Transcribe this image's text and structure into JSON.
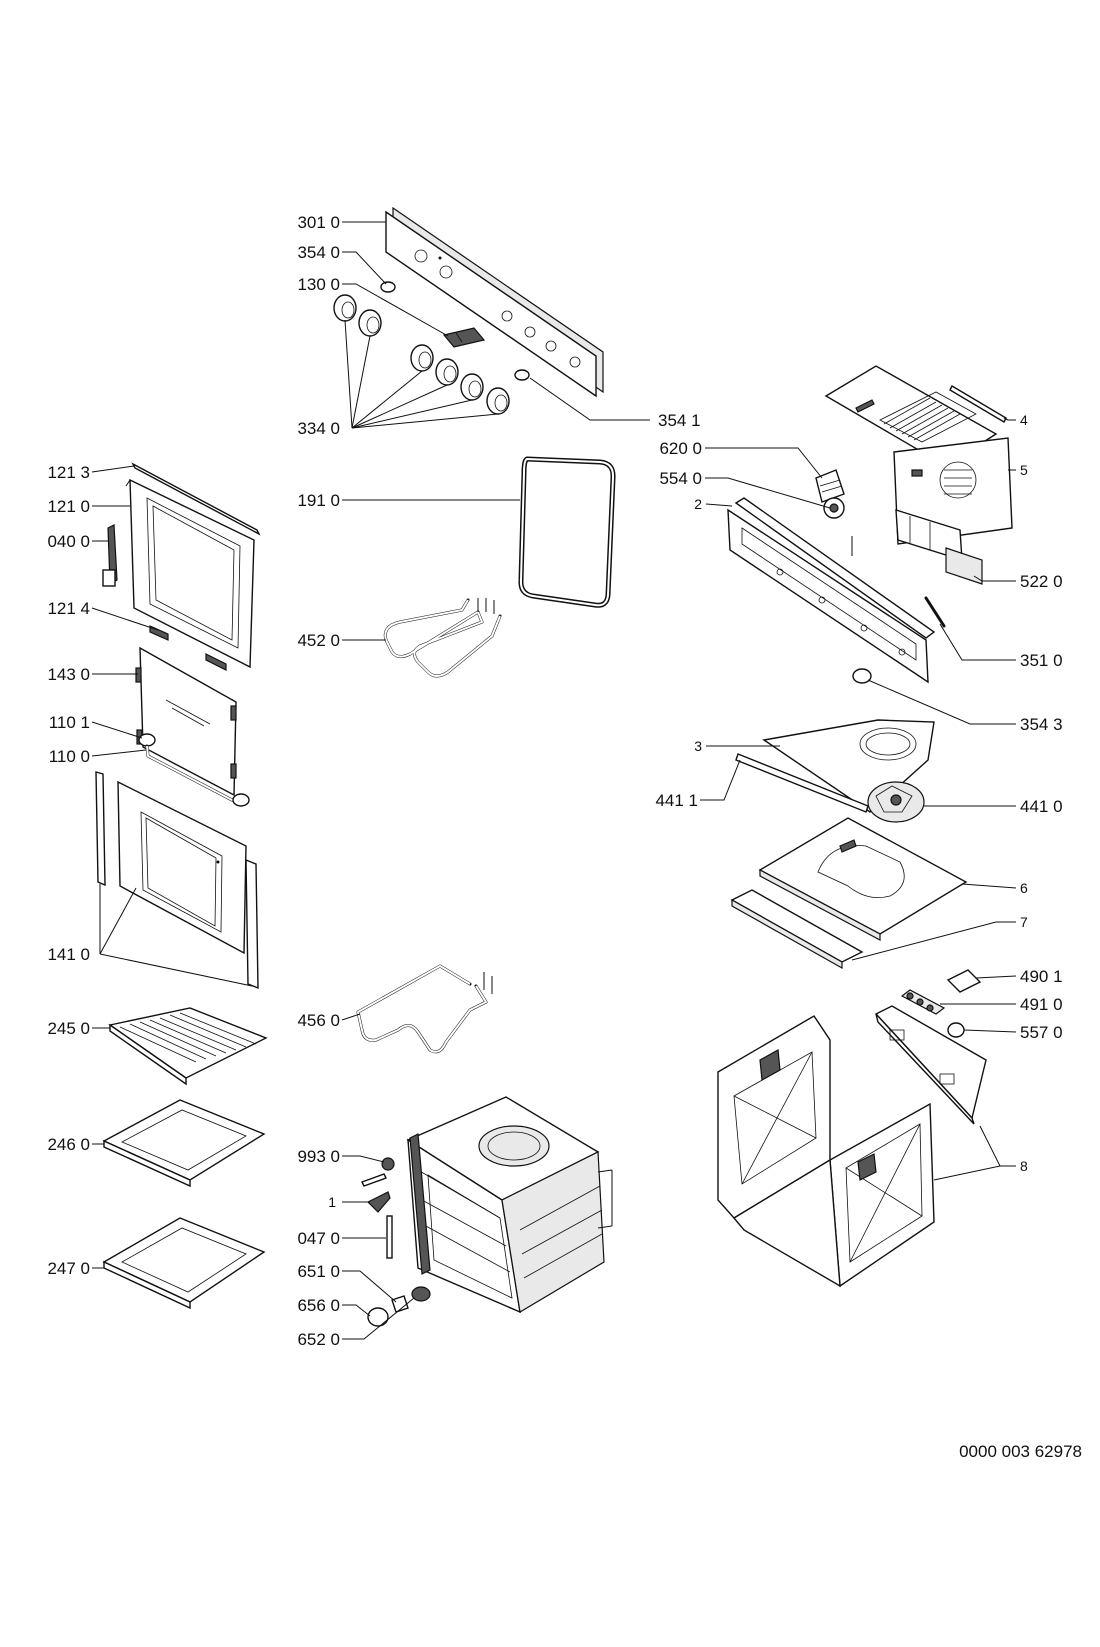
{
  "labels": [
    {
      "id": "301-0",
      "text": "301 0"
    },
    {
      "id": "354-0",
      "text": "354 0"
    },
    {
      "id": "130-0",
      "text": "130 0"
    },
    {
      "id": "334-0",
      "text": "334 0"
    },
    {
      "id": "354-1",
      "text": "354 1"
    },
    {
      "id": "191-0",
      "text": "191 0"
    },
    {
      "id": "452-0",
      "text": "452 0"
    },
    {
      "id": "456-0",
      "text": "456 0"
    },
    {
      "id": "993-0",
      "text": "993 0"
    },
    {
      "id": "1",
      "text": "1"
    },
    {
      "id": "047-0",
      "text": "047 0"
    },
    {
      "id": "651-0",
      "text": "651 0"
    },
    {
      "id": "656-0",
      "text": "656 0"
    },
    {
      "id": "652-0",
      "text": "652 0"
    },
    {
      "id": "121-3",
      "text": "121 3"
    },
    {
      "id": "121-0",
      "text": "121 0"
    },
    {
      "id": "040-0",
      "text": "040 0"
    },
    {
      "id": "121-4",
      "text": "121 4"
    },
    {
      "id": "143-0",
      "text": "143 0"
    },
    {
      "id": "110-1",
      "text": "110 1"
    },
    {
      "id": "110-0",
      "text": "110 0"
    },
    {
      "id": "141-0",
      "text": "141 0"
    },
    {
      "id": "245-0",
      "text": "245 0"
    },
    {
      "id": "246-0",
      "text": "246 0"
    },
    {
      "id": "247-0",
      "text": "247 0"
    },
    {
      "id": "4",
      "text": "4"
    },
    {
      "id": "5",
      "text": "5"
    },
    {
      "id": "620-0",
      "text": "620 0"
    },
    {
      "id": "554-0",
      "text": "554 0"
    },
    {
      "id": "2",
      "text": "2"
    },
    {
      "id": "522-0",
      "text": "522 0"
    },
    {
      "id": "351-0",
      "text": "351 0"
    },
    {
      "id": "354-3",
      "text": "354 3"
    },
    {
      "id": "3",
      "text": "3"
    },
    {
      "id": "441-1",
      "text": "441 1"
    },
    {
      "id": "441-0",
      "text": "441 0"
    },
    {
      "id": "6",
      "text": "6"
    },
    {
      "id": "7",
      "text": "7"
    },
    {
      "id": "490-1",
      "text": "490 1"
    },
    {
      "id": "491-0",
      "text": "491 0"
    },
    {
      "id": "557-0",
      "text": "557 0"
    },
    {
      "id": "8",
      "text": "8"
    }
  ],
  "document_code": "0000 003 62978"
}
